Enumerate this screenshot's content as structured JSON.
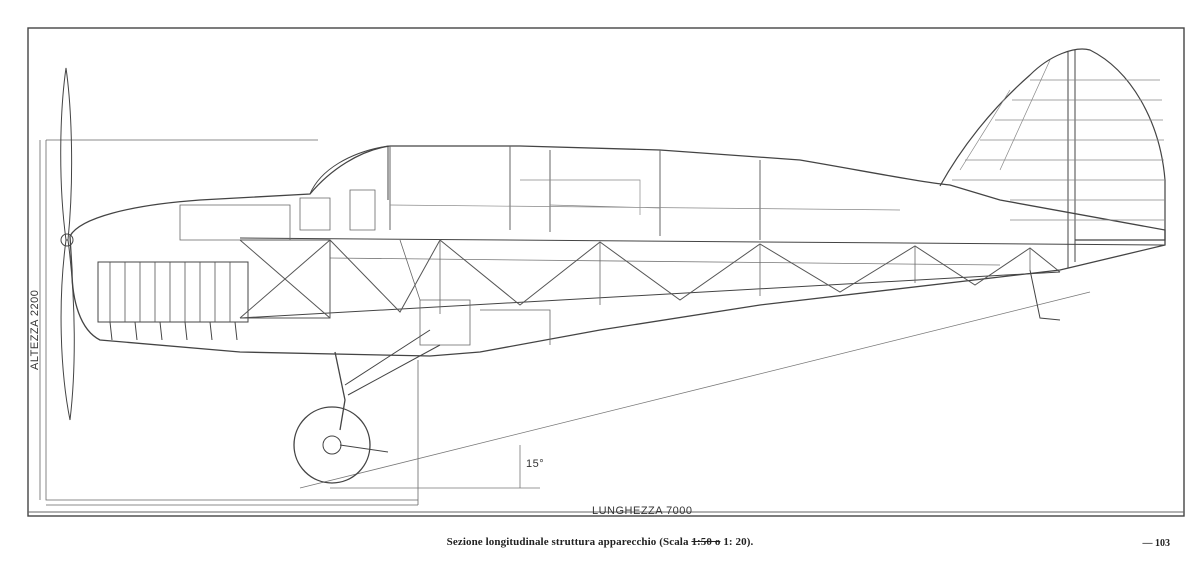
{
  "caption": {
    "prefix": "Sezione longitudinale struttura apparecchio (Scala",
    "struck": "1:50 o",
    "suffix": "1: 20)."
  },
  "page_number": "— 103",
  "dimensions": {
    "height_label": "ALTEZZA 2200",
    "length_label": "LUNGHEZZA 7000",
    "angle_label": "15°"
  },
  "colors": {
    "ink": "#444444",
    "paper": "#ffffff"
  }
}
